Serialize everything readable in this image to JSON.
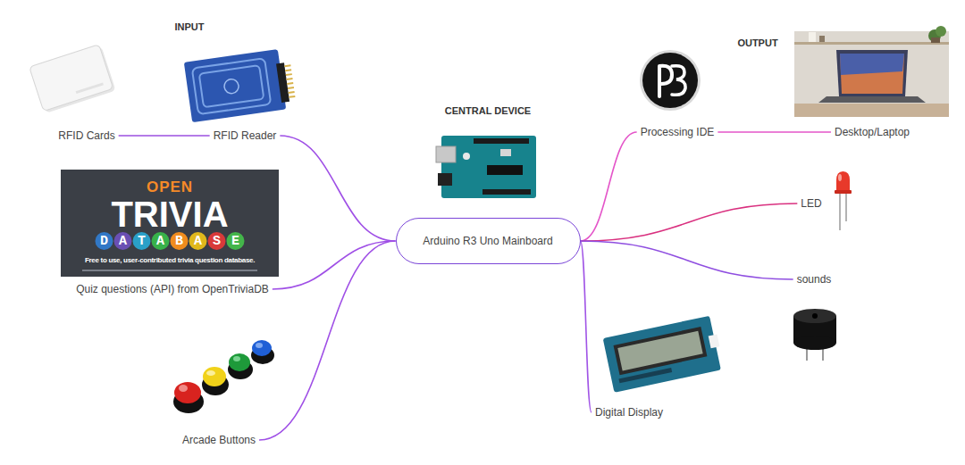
{
  "diagram": {
    "nodes": [
      {
        "text": [
          "RFID Cards"
        ]
      },
      {
        "text": [
          "RFID Reader"
        ]
      },
      {
        "text": [
          "Quiz questions (API) from OpenTriviaDB"
        ]
      },
      {
        "text": [
          "Arcade Buttons"
        ]
      },
      {
        "text": [
          "Arduino R3 Uno Mainboard"
        ]
      },
      {
        "text": [
          "Processing IDE"
        ]
      },
      {
        "text": [
          "Desktop/Laptop"
        ]
      },
      {
        "text": [
          "LED"
        ]
      },
      {
        "text": [
          "sounds"
        ]
      },
      {
        "text": [
          "Digital Display"
        ]
      }
    ],
    "edges": [
      {
        "from": 0,
        "to": 1,
        "arrow": "none"
      },
      {
        "from": 4,
        "to": 1,
        "arrow": "none"
      },
      {
        "from": 4,
        "to": 2,
        "arrow": "none"
      },
      {
        "from": 4,
        "to": 3,
        "arrow": "none"
      },
      {
        "from": 4,
        "to": 5,
        "arrow": "none"
      },
      {
        "from": 5,
        "to": 6,
        "arrow": "none"
      },
      {
        "from": 4,
        "to": 7,
        "arrow": "none"
      },
      {
        "from": 4,
        "to": 8,
        "arrow": "none"
      },
      {
        "from": 4,
        "to": 9,
        "arrow": "none"
      }
    ],
    "labels": [
      "INPUT",
      "CENTRAL DEVICE",
      "OUTPUT",
      "OPEN",
      "TRIVIA",
      "DATABASE",
      "Free to use, user-contributed trivia question database."
    ]
  }
}
